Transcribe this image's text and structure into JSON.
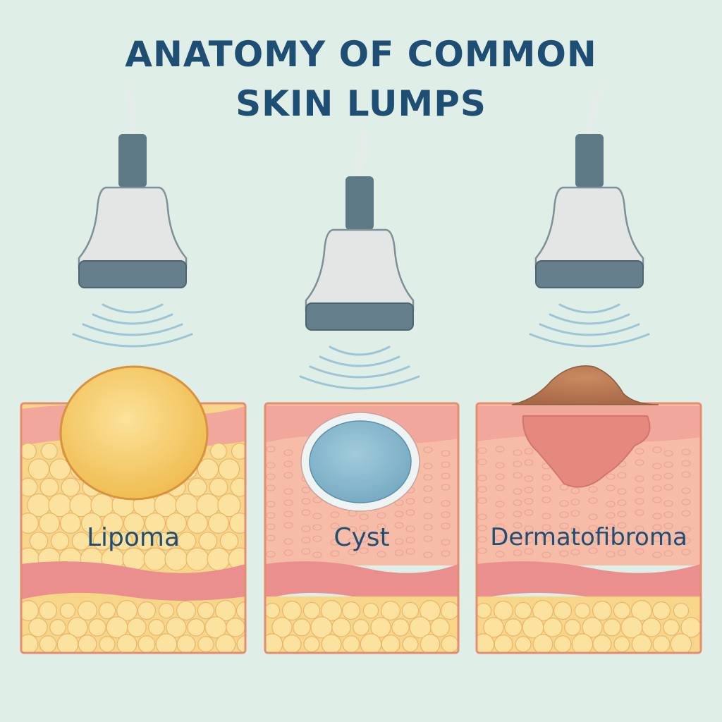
{
  "title": {
    "line1": "ANATOMY OF COMMON",
    "line2": "SKIN LUMPS"
  },
  "panels": [
    {
      "label": "Lipoma"
    },
    {
      "label": "Cyst"
    },
    {
      "label": "Dermatofibroma"
    }
  ],
  "colors": {
    "background": "#dfeee6",
    "title_text": "#1f4e74",
    "probe_body": "#e3e6e4",
    "probe_base": "#657f8d",
    "probe_neck": "#5e7986",
    "waves": "#9fc4d6",
    "fat_layer": "#f7d68a",
    "fat_globule": "#fbe29f",
    "dermis": "#f4b5a2",
    "dermis_band": "#e98a8a",
    "lipoma": "#f6cc60",
    "cyst_fill": "#86b8cf",
    "cyst_wall": "#eef4f4",
    "dermatofibroma_dome": "#b97a54",
    "dermatofibroma_core": "#e5897f"
  }
}
